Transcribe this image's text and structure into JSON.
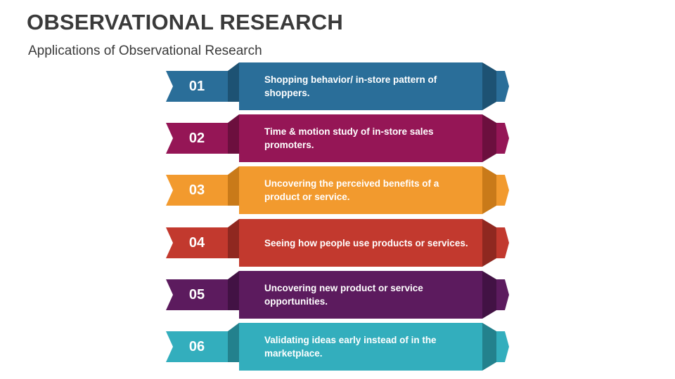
{
  "title": "OBSERVATIONAL RESEARCH",
  "subtitle": "Applications of Observational Research",
  "items": [
    {
      "number": "01",
      "text": "Shopping behavior/ in-store pattern of shoppers.",
      "color": "#2a6e99",
      "dark": "#1d5273"
    },
    {
      "number": "02",
      "text": "Time & motion study of in-store sales promoters.",
      "color": "#951656",
      "dark": "#6c0f3e"
    },
    {
      "number": "03",
      "text": "Uncovering the perceived benefits of a product or service.",
      "color": "#f29a2e",
      "dark": "#c97a19"
    },
    {
      "number": "04",
      "text": "Seeing how people use products or services.",
      "color": "#c2392e",
      "dark": "#8f2820"
    },
    {
      "number": "05",
      "text": "Uncovering new product or service opportunities.",
      "color": "#5c1b5e",
      "dark": "#421244"
    },
    {
      "number": "06",
      "text": "Validating ideas early instead of in the marketplace.",
      "color": "#33aebd",
      "dark": "#23818d"
    }
  ]
}
